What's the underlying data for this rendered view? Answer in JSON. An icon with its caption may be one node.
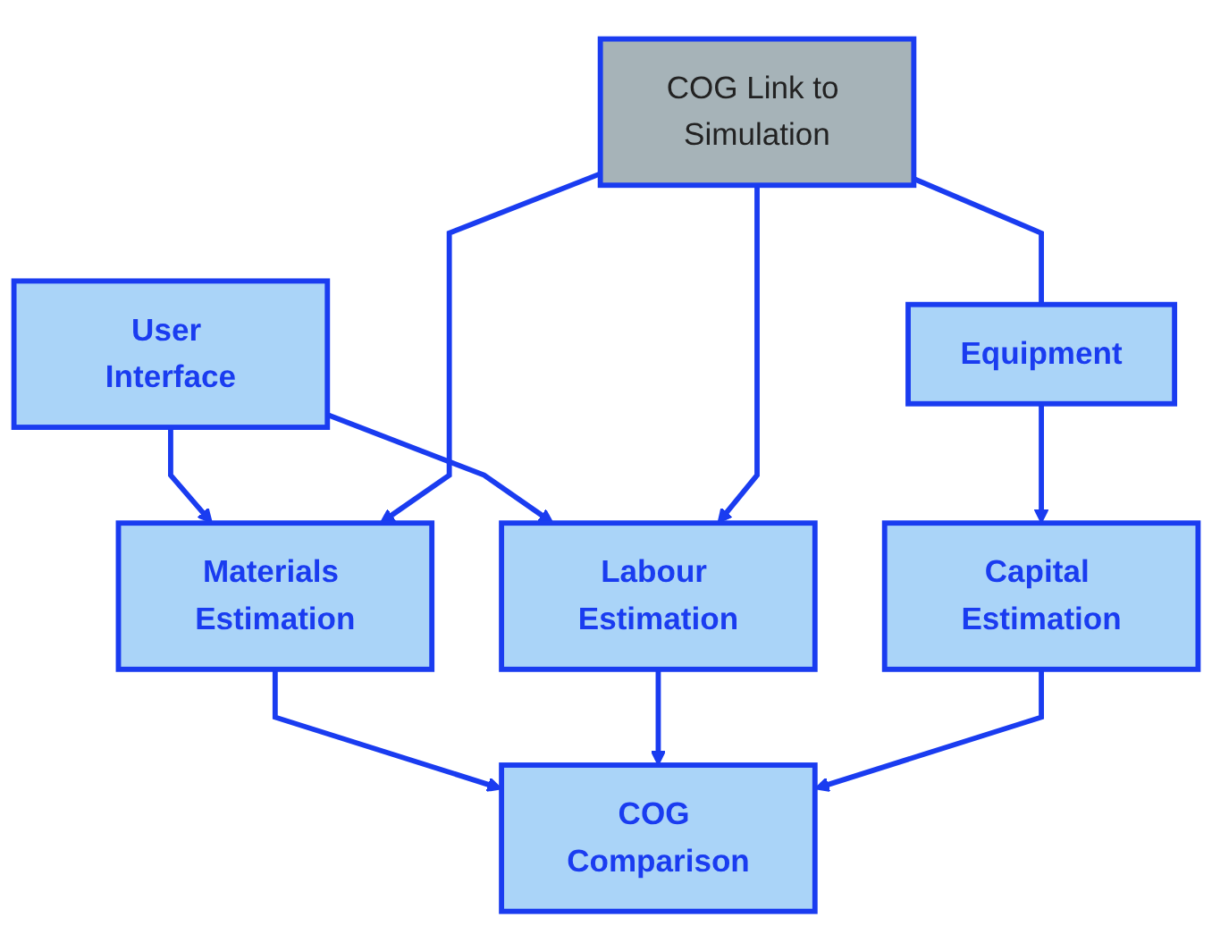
{
  "diagram": {
    "nodes": [
      {
        "text": [
          "User Interface"
        ]
      },
      {
        "text": [
          "COG Link to Simulation"
        ]
      },
      {
        "text": [
          "Equipment"
        ]
      },
      {
        "text": [
          "Materials Estimation"
        ]
      },
      {
        "text": [
          "Labour Estimation"
        ]
      },
      {
        "text": [
          "Capital Estimation"
        ]
      },
      {
        "text": [
          "COG Comparison"
        ]
      }
    ],
    "edges": [
      {
        "from": 0,
        "to": 3,
        "arrow": "to"
      },
      {
        "from": 0,
        "to": 4,
        "arrow": "to"
      },
      {
        "from": 1,
        "to": 3,
        "arrow": "to"
      },
      {
        "from": 1,
        "to": 4,
        "arrow": "to"
      },
      {
        "from": 1,
        "to": 2,
        "arrow": "none"
      },
      {
        "from": 2,
        "to": 5,
        "arrow": "to"
      },
      {
        "from": 3,
        "to": 6,
        "arrow": "to"
      },
      {
        "from": 4,
        "to": 6,
        "arrow": "to"
      },
      {
        "from": 5,
        "to": 6,
        "arrow": "to"
      }
    ]
  }
}
